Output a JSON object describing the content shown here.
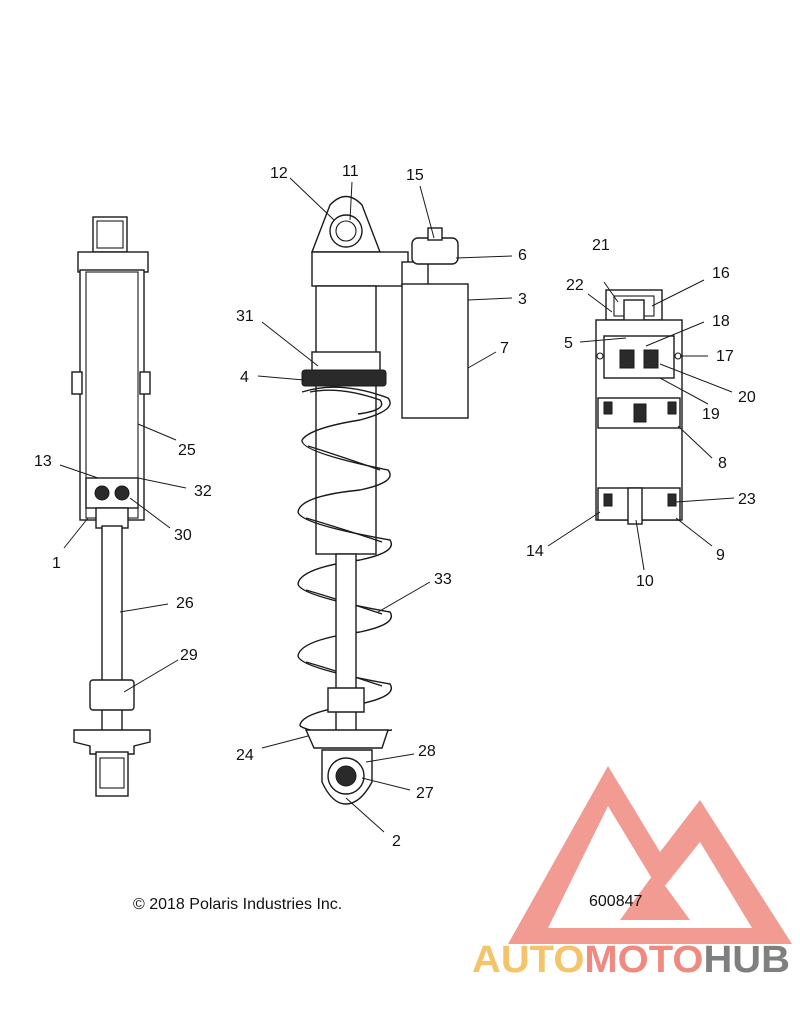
{
  "callouts": {
    "c1": "1",
    "c2": "2",
    "c3": "3",
    "c4": "4",
    "c5": "5",
    "c6": "6",
    "c7": "7",
    "c8": "8",
    "c9": "9",
    "c10": "10",
    "c11": "11",
    "c12": "12",
    "c13": "13",
    "c14": "14",
    "c15": "15",
    "c16": "16",
    "c17": "17",
    "c18": "18",
    "c19": "19",
    "c20": "20",
    "c21": "21",
    "c22": "22",
    "c23": "23",
    "c24": "24",
    "c25": "25",
    "c26": "26",
    "c27": "27",
    "c28": "28",
    "c29": "29",
    "c30": "30",
    "c31": "31",
    "c32": "32",
    "c33": "33"
  },
  "footer": {
    "copyright": "© 2018 Polaris Industries Inc.",
    "diagram_id": "600847"
  },
  "watermark": {
    "text": "AUTOMOTOHUB",
    "colors": {
      "triangle": "#f08a80",
      "auto": "#f5c36a",
      "moto": "#f08a80",
      "hub": "#7f7f7f"
    }
  }
}
